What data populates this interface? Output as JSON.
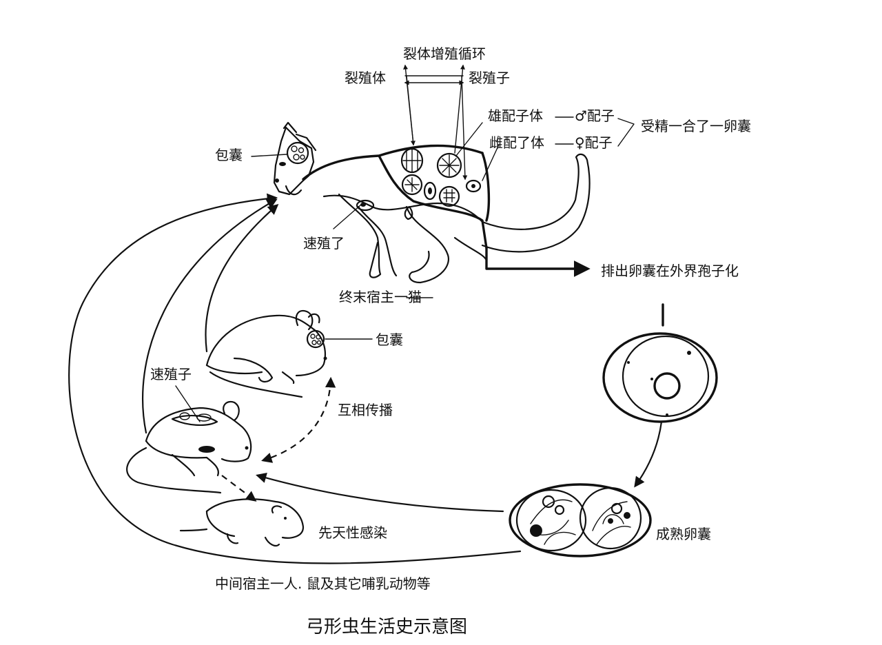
{
  "title": "弓形虫生活史示意图",
  "labels": {
    "schizogony_cycle": "裂体增殖循环",
    "schizont": "裂殖体",
    "merozoite": "裂殖子",
    "microgametocyte": "雄配子体",
    "microgamete": "♂配子",
    "macrogametocyte": "雌配了体",
    "macrogamete": "♀配子",
    "fertilization_chain": "受精一合了一卵囊",
    "cyst_cat": "包囊",
    "tachyzoite_cat": "速殖了",
    "definitive_host": "终末宿主一猫",
    "excretion": "排出卵囊在外界孢子化",
    "cyst_rat": "包囊",
    "tachyzoite_rat": "速殖子",
    "mutual_transmission": "互相传播",
    "congenital_infection": "先天性感染",
    "mature_oocyst": "成熟卵囊",
    "intermediate_host": "中间宿主一人. 鼠及其它哺乳动物等"
  },
  "icons": [
    "cat-icon",
    "rat-icon",
    "mouse-icon",
    "newborn-mouse-icon",
    "oocyst-icon",
    "sporulated-oocyst-icon"
  ]
}
